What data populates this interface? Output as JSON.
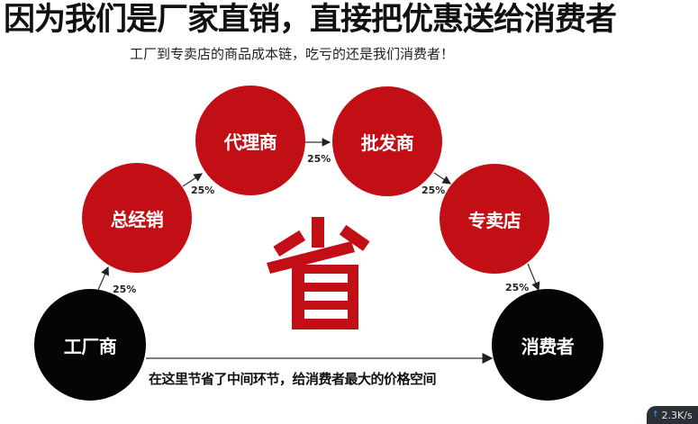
{
  "header": {
    "title": "因为我们是厂家直销，直接把优惠送给消费者",
    "subtitle": "工厂到专卖店的商品成本链，吃亏的还是我们消费者！"
  },
  "diagram": {
    "nodes": [
      {
        "id": "factory",
        "label": "工厂商",
        "color": "#050505"
      },
      {
        "id": "general-distributor",
        "label": "总经销",
        "color": "#c20f16"
      },
      {
        "id": "agent",
        "label": "代理商",
        "color": "#c20f16"
      },
      {
        "id": "wholesaler",
        "label": "批发商",
        "color": "#c20f16"
      },
      {
        "id": "store",
        "label": "专卖店",
        "color": "#c20f16"
      },
      {
        "id": "consumer",
        "label": "消费者",
        "color": "#050505"
      }
    ],
    "edges": [
      {
        "from": "factory",
        "to": "general-distributor",
        "label": "25%"
      },
      {
        "from": "general-distributor",
        "to": "agent",
        "label": "25%"
      },
      {
        "from": "agent",
        "to": "wholesaler",
        "label": "25%"
      },
      {
        "from": "wholesaler",
        "to": "store",
        "label": "25%"
      },
      {
        "from": "store",
        "to": "consumer",
        "label": "25%"
      },
      {
        "from": "factory",
        "to": "consumer",
        "label": "在这里节省了中间环节，给消费者最大的价格空间"
      }
    ],
    "center_symbol": "省",
    "accent_color": "#c20f16"
  },
  "overlay": {
    "speed_arrow": "↑",
    "speed_value": "2.3K/s"
  }
}
